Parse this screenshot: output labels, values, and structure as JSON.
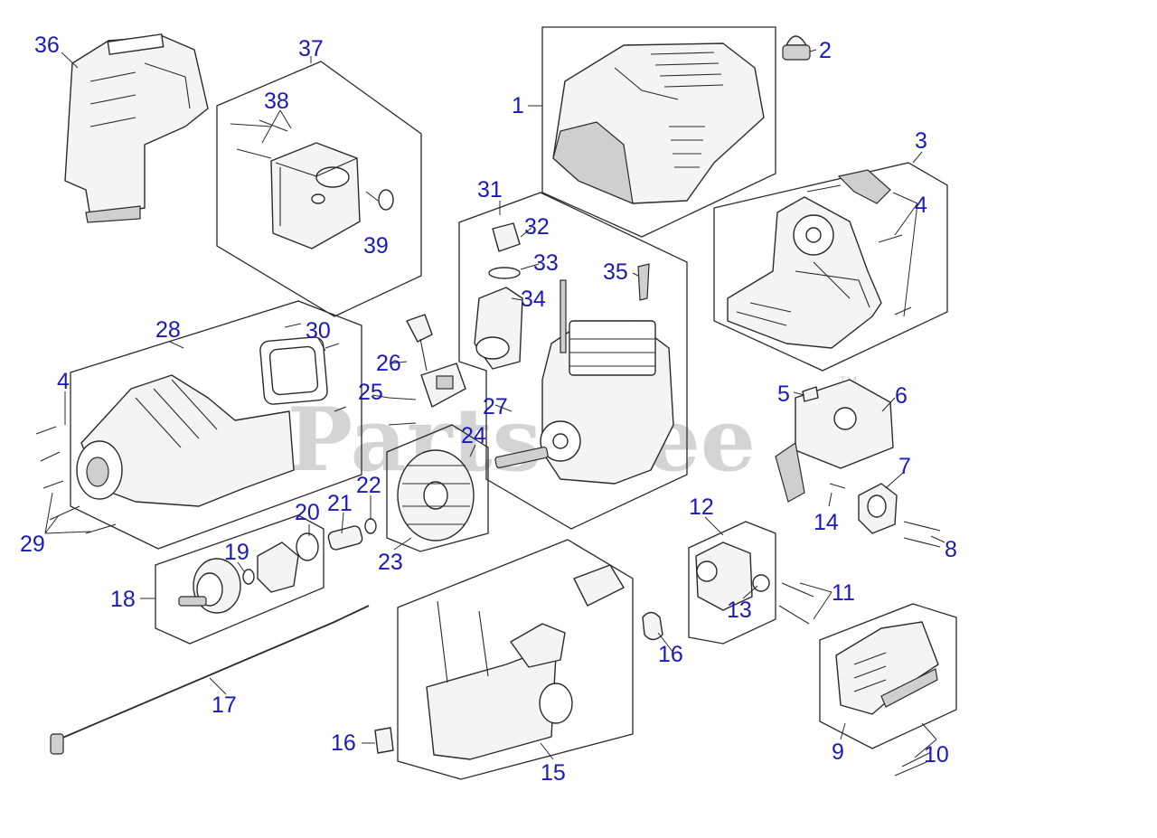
{
  "watermark": {
    "text": "PartsTree",
    "tm": "TM"
  },
  "callouts": [
    {
      "id": "c36",
      "text": "36"
    },
    {
      "id": "c37",
      "text": "37"
    },
    {
      "id": "c38",
      "text": "38"
    },
    {
      "id": "c39",
      "text": "39"
    },
    {
      "id": "c1",
      "text": "1"
    },
    {
      "id": "c2",
      "text": "2"
    },
    {
      "id": "c3",
      "text": "3"
    },
    {
      "id": "c4a",
      "text": "4"
    },
    {
      "id": "c31",
      "text": "31"
    },
    {
      "id": "c32",
      "text": "32"
    },
    {
      "id": "c33",
      "text": "33"
    },
    {
      "id": "c34",
      "text": "34"
    },
    {
      "id": "c35",
      "text": "35"
    },
    {
      "id": "c28",
      "text": "28"
    },
    {
      "id": "c30",
      "text": "30"
    },
    {
      "id": "c4b",
      "text": "4"
    },
    {
      "id": "c26",
      "text": "26"
    },
    {
      "id": "c25",
      "text": "25"
    },
    {
      "id": "c27",
      "text": "27"
    },
    {
      "id": "c24",
      "text": "24"
    },
    {
      "id": "c5",
      "text": "5"
    },
    {
      "id": "c6",
      "text": "6"
    },
    {
      "id": "c7",
      "text": "7"
    },
    {
      "id": "c14",
      "text": "14"
    },
    {
      "id": "c8",
      "text": "8"
    },
    {
      "id": "c29",
      "text": "29"
    },
    {
      "id": "c22",
      "text": "22"
    },
    {
      "id": "c21",
      "text": "21"
    },
    {
      "id": "c20",
      "text": "20"
    },
    {
      "id": "c23",
      "text": "23"
    },
    {
      "id": "c19",
      "text": "19"
    },
    {
      "id": "c18",
      "text": "18"
    },
    {
      "id": "c12",
      "text": "12"
    },
    {
      "id": "c11",
      "text": "11"
    },
    {
      "id": "c13",
      "text": "13"
    },
    {
      "id": "c16a",
      "text": "16"
    },
    {
      "id": "c17",
      "text": "17"
    },
    {
      "id": "c16b",
      "text": "16"
    },
    {
      "id": "c15",
      "text": "15"
    },
    {
      "id": "c9",
      "text": "9"
    },
    {
      "id": "c10",
      "text": "10"
    }
  ]
}
